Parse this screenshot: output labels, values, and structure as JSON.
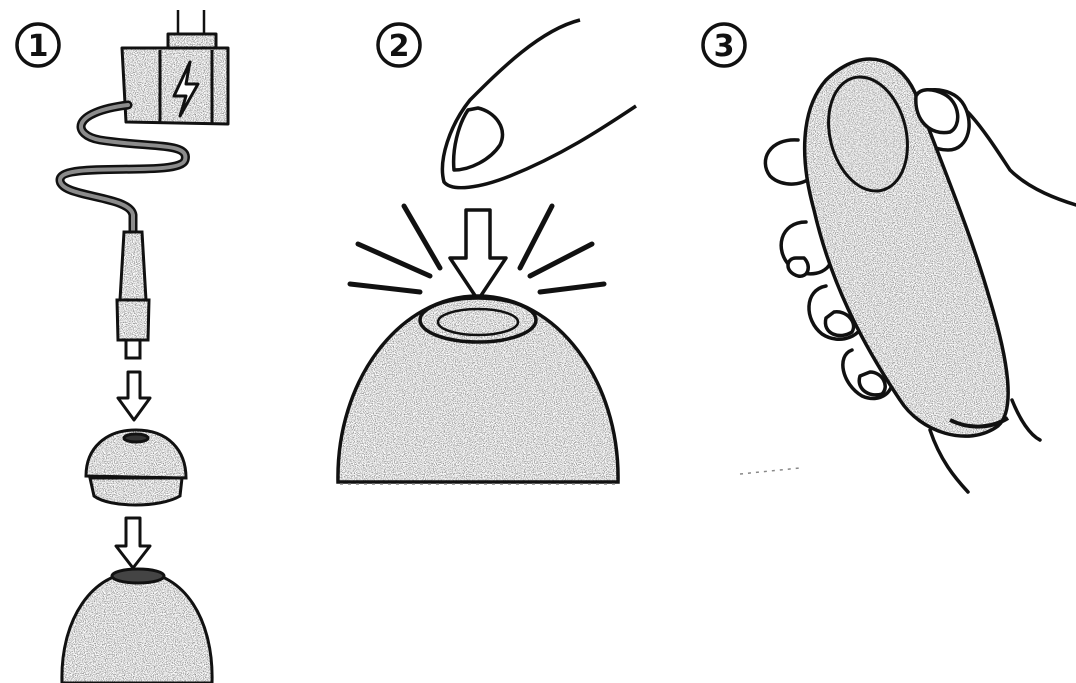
{
  "steps": [
    {
      "number": "1"
    },
    {
      "number": "2"
    },
    {
      "number": "3"
    }
  ],
  "colors": {
    "ink": "#111111",
    "paper": "#ffffff",
    "stipple": "#6a6a6a"
  },
  "icons": [
    "charger-icon",
    "lightning-icon",
    "arrow-down-icon",
    "finger-icon",
    "press-rays-icon",
    "hand-icon"
  ]
}
